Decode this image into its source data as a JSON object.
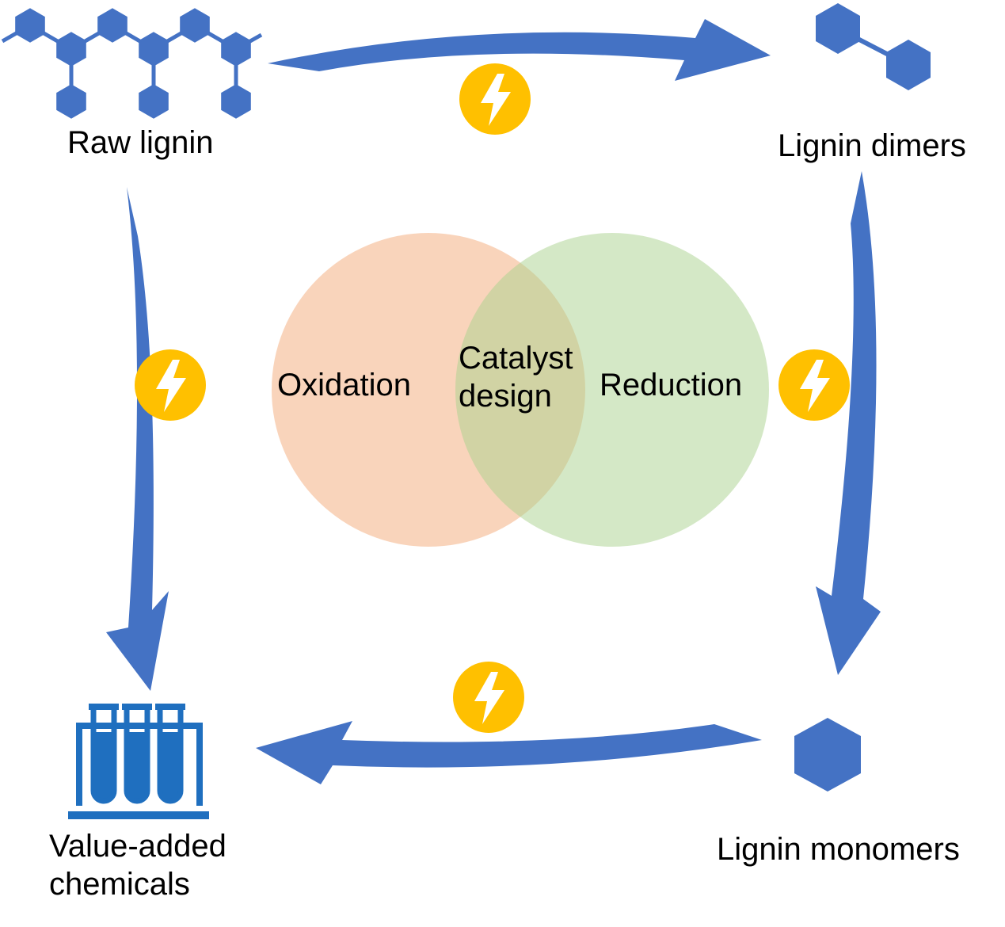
{
  "nodes": {
    "raw_lignin": "Raw lignin",
    "lignin_dimers": "Lignin dimers",
    "lignin_monomers": "Lignin monomers",
    "value_added": [
      "Value-added",
      "chemicals"
    ]
  },
  "venn": {
    "left": "Oxidation",
    "center": [
      "Catalyst",
      "design"
    ],
    "right": "Reduction"
  },
  "colors": {
    "arrow": "#4472c4",
    "molecule": "#4472c4",
    "tube": "#1f6fbf",
    "energy_badge": "#ffc000",
    "oxidation_circle": "#f4b183",
    "reduction_circle": "#a9d18e"
  },
  "icons": [
    "lightning-icon",
    "lignin-polymer-icon",
    "lignin-dimer-icon",
    "lignin-monomer-icon",
    "test-tubes-icon"
  ]
}
